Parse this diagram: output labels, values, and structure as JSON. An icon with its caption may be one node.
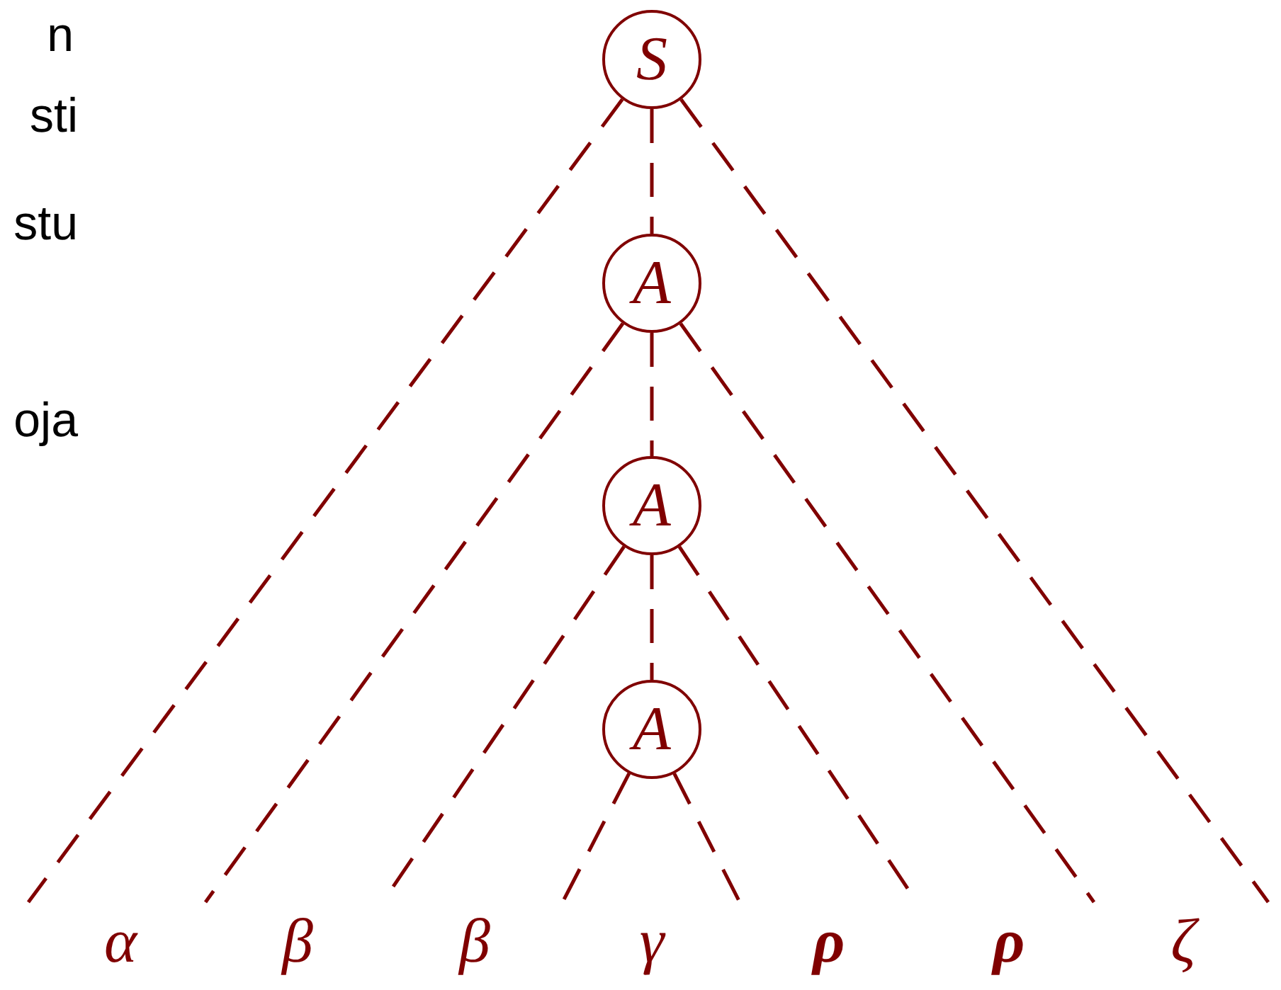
{
  "diagram": {
    "nodes": [
      {
        "text": [
          "S"
        ]
      },
      {
        "text": [
          "A"
        ]
      },
      {
        "text": [
          "A"
        ]
      },
      {
        "text": [
          "A"
        ]
      }
    ],
    "edges": [
      {
        "from": 0,
        "to": 1,
        "arrow": "none",
        "style": "dashed"
      },
      {
        "from": 0,
        "to": null,
        "arrow": "none",
        "style": "dashed"
      },
      {
        "from": 0,
        "to": null,
        "arrow": "none",
        "style": "dashed"
      },
      {
        "from": 1,
        "to": 2,
        "arrow": "none",
        "style": "dashed"
      },
      {
        "from": 1,
        "to": null,
        "arrow": "none",
        "style": "dashed"
      },
      {
        "from": 1,
        "to": null,
        "arrow": "none",
        "style": "dashed"
      },
      {
        "from": 2,
        "to": 3,
        "arrow": "none",
        "style": "dashed"
      },
      {
        "from": 2,
        "to": null,
        "arrow": "none",
        "style": "dashed"
      },
      {
        "from": 2,
        "to": null,
        "arrow": "none",
        "style": "dashed"
      },
      {
        "from": 3,
        "to": null,
        "arrow": "none",
        "style": "dashed"
      },
      {
        "from": 3,
        "to": null,
        "arrow": "none",
        "style": "dashed"
      }
    ],
    "labels": [
      "n",
      "sti",
      "stu",
      "oja",
      "α",
      "β",
      "β",
      "γ",
      "ρ",
      "ρ",
      "ζ"
    ]
  }
}
